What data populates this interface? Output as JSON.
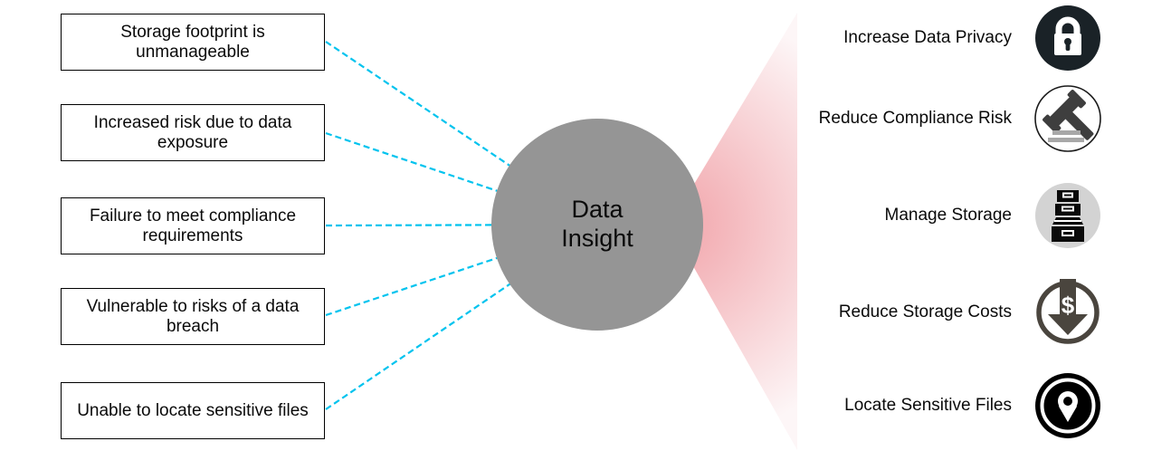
{
  "diagram": {
    "center_label": "Data Insight",
    "problems": [
      "Storage footprint is unmanageable",
      "Increased risk due to data exposure",
      "Failure to meet compliance requirements",
      "Vulnerable to risks of a data breach",
      "Unable to locate sensitive files"
    ],
    "outcomes": [
      {
        "label": "Increase Data Privacy",
        "icon": "lock-icon"
      },
      {
        "label": "Reduce Compliance Risk",
        "icon": "gavel-icon"
      },
      {
        "label": "Manage Storage",
        "icon": "storage-drawers-icon"
      },
      {
        "label": "Reduce Storage Costs",
        "icon": "dollar-down-arrow-icon"
      },
      {
        "label": "Locate Sensitive Files",
        "icon": "location-pin-icon"
      }
    ],
    "icon_glyphs": {
      "dollar_sign": "$"
    },
    "colors": {
      "connector": "#00C3EE",
      "hub_fill": "#959595",
      "box_border": "#000000",
      "funnel_inner": "#F1A3A9",
      "funnel_outer": "#FDF6F7",
      "icon_lock_bg": "#1A2227",
      "icon_gavel": "#3E3E3E",
      "icon_gavel_base": "#A8A8A8",
      "icon_storage_bg": "#D3D3D3",
      "icon_storage_fg": "#0A0A0A",
      "icon_cost": "#4A453E",
      "icon_location_bg": "#000000"
    }
  }
}
